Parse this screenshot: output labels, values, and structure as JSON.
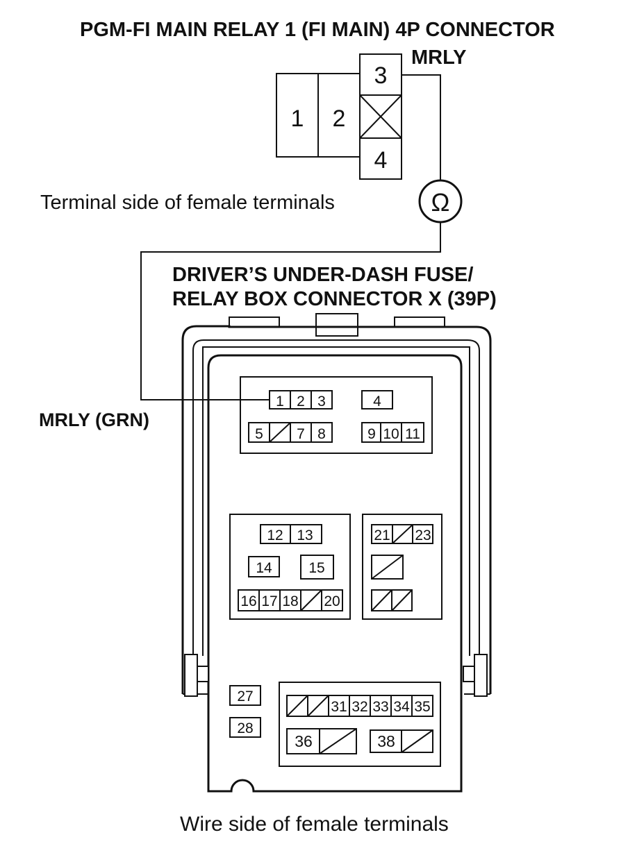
{
  "top_connector": {
    "title": "PGM-FI MAIN RELAY 1 (FI MAIN) 4P CONNECTOR",
    "wire_label": "MRLY",
    "side_label": "Terminal side of female terminals",
    "pins": [
      "1",
      "2",
      "3",
      "4"
    ],
    "meter_symbol": "Ω"
  },
  "bottom_connector": {
    "title_line1": "DRIVER’S UNDER-DASH FUSE/",
    "title_line2": "RELAY BOX CONNECTOR X (39P)",
    "wire_label": "MRLY (GRN)",
    "side_label": "Wire side of female terminals",
    "pins": {
      "p1": "1",
      "p2": "2",
      "p3": "3",
      "p4": "4",
      "p5": "5",
      "p7": "7",
      "p8": "8",
      "p9": "9",
      "p10": "10",
      "p11": "11",
      "p12": "12",
      "p13": "13",
      "p14": "14",
      "p15": "15",
      "p16": "16",
      "p17": "17",
      "p18": "18",
      "p20": "20",
      "p21": "21",
      "p23": "23",
      "p27": "27",
      "p28": "28",
      "p31": "31",
      "p32": "32",
      "p33": "33",
      "p34": "34",
      "p35": "35",
      "p36": "36",
      "p38": "38"
    }
  }
}
